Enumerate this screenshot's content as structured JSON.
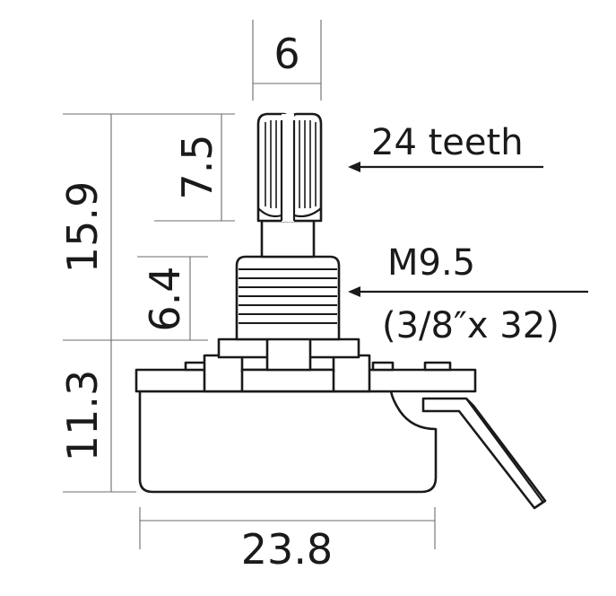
{
  "dimensions": {
    "shaft_width": "6",
    "knurl_height": "7.5",
    "total_height": "15.9",
    "thread_height": "6.4",
    "body_height": "11.3",
    "body_width": "23.8"
  },
  "annotations": {
    "teeth": "24 teeth",
    "thread_size": "M9.5",
    "thread_spec": "(3/8″x 32)"
  }
}
